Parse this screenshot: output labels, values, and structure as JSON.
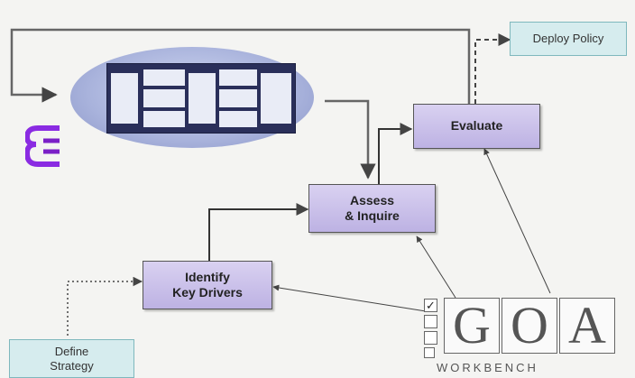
{
  "nodes": {
    "deploy_policy": "Deploy Policy",
    "evaluate": "Evaluate",
    "assess_inquire": "Assess\n& Inquire",
    "identify_key_drivers": "Identify\nKey Drivers",
    "define_strategy": "Define\nStrategy"
  },
  "logo": {
    "letters": [
      "G",
      "O",
      "A"
    ],
    "checkmark": "✓",
    "workbench": "WORKBENCH"
  },
  "colors": {
    "step_fill": "#c9c0ec",
    "terminal_fill": "#d6ecee",
    "panel": "#2a2f5a",
    "ellipse": "#a9b3dc",
    "side_logo": "#8a2be2"
  }
}
